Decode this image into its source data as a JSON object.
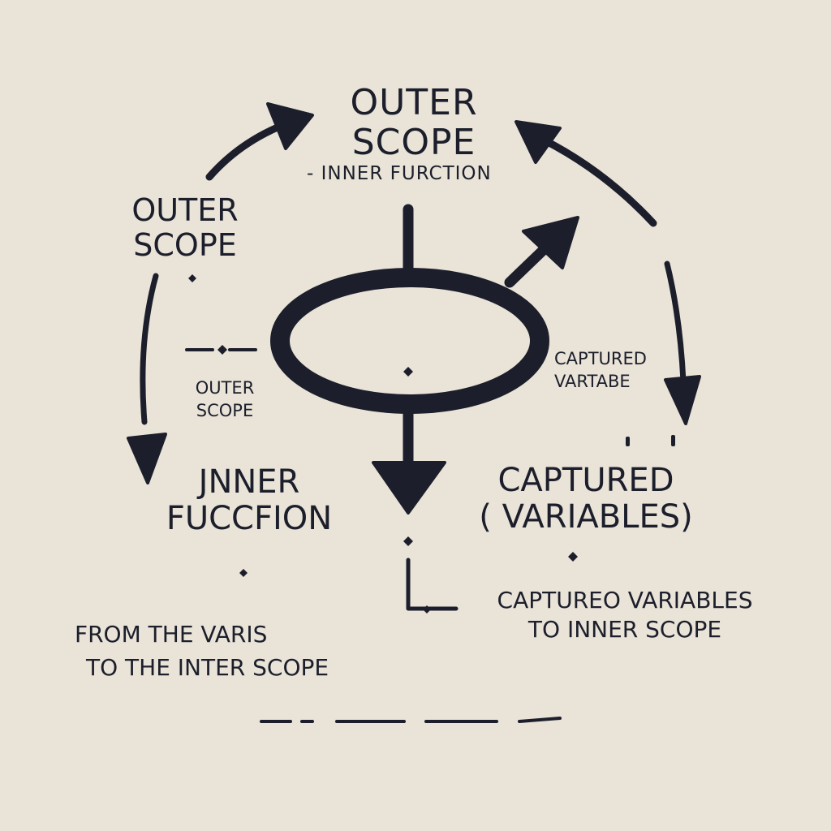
{
  "colors": {
    "background": "#e9e3d8",
    "ink": "#1c1f2b"
  },
  "labels": {
    "top_title": [
      "OUTER",
      "SCOPE"
    ],
    "top_subtitle": "- INNER FURCTION",
    "left_title": [
      "OUTER",
      "SCOPE"
    ],
    "left_small": [
      "OUTER",
      "SCOPE"
    ],
    "captured_small": [
      "CAPTURED",
      "VARTABE"
    ],
    "inner_function": [
      "JNNER",
      "FUCCFION"
    ],
    "captured_big": [
      "CAPTURED",
      "( VARIABLES)"
    ],
    "captured_to_inner": [
      "CAPTUREO VARIABLES",
      "TO INNER SCOPE"
    ],
    "from_vars": [
      "FROM THE VARIS",
      "TO THE INTER SCOPE"
    ]
  }
}
